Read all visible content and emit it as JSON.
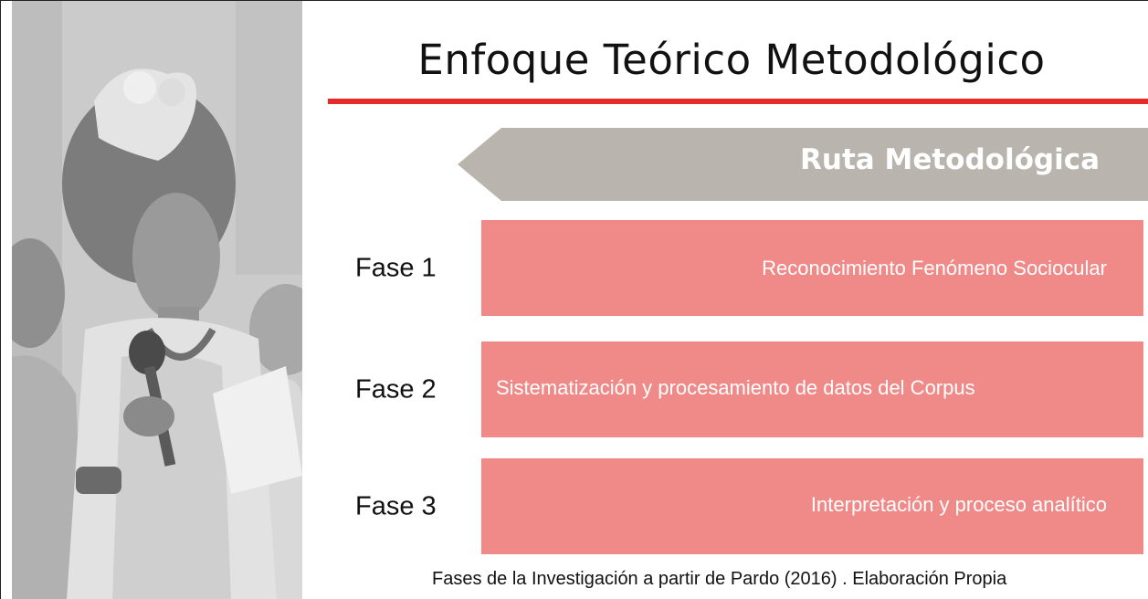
{
  "slide": {
    "title": "Enfoque Teórico Metodológico",
    "route_label": "Ruta Metodológica",
    "phases": [
      {
        "label": "Fase 1",
        "text": "Reconocimiento Fenómeno Sociocular"
      },
      {
        "label": "Fase 2",
        "text": "Sistematización y procesamiento de datos del Corpus"
      },
      {
        "label": "Fase 3",
        "text": "Interpretación y proceso analítico"
      }
    ],
    "caption": "Fases de la Investigación a partir de Pardo (2016) .  Elaboración Propia"
  },
  "colors": {
    "title_rule": "#e52a2a",
    "route_banner": "#b9b5ae",
    "phase_box": "#ef8a89",
    "photo_tone": "#c9c9c9"
  },
  "icons": {
    "photo": "woman-with-microphone-photo",
    "banner": "left-arrow-banner-shape"
  }
}
